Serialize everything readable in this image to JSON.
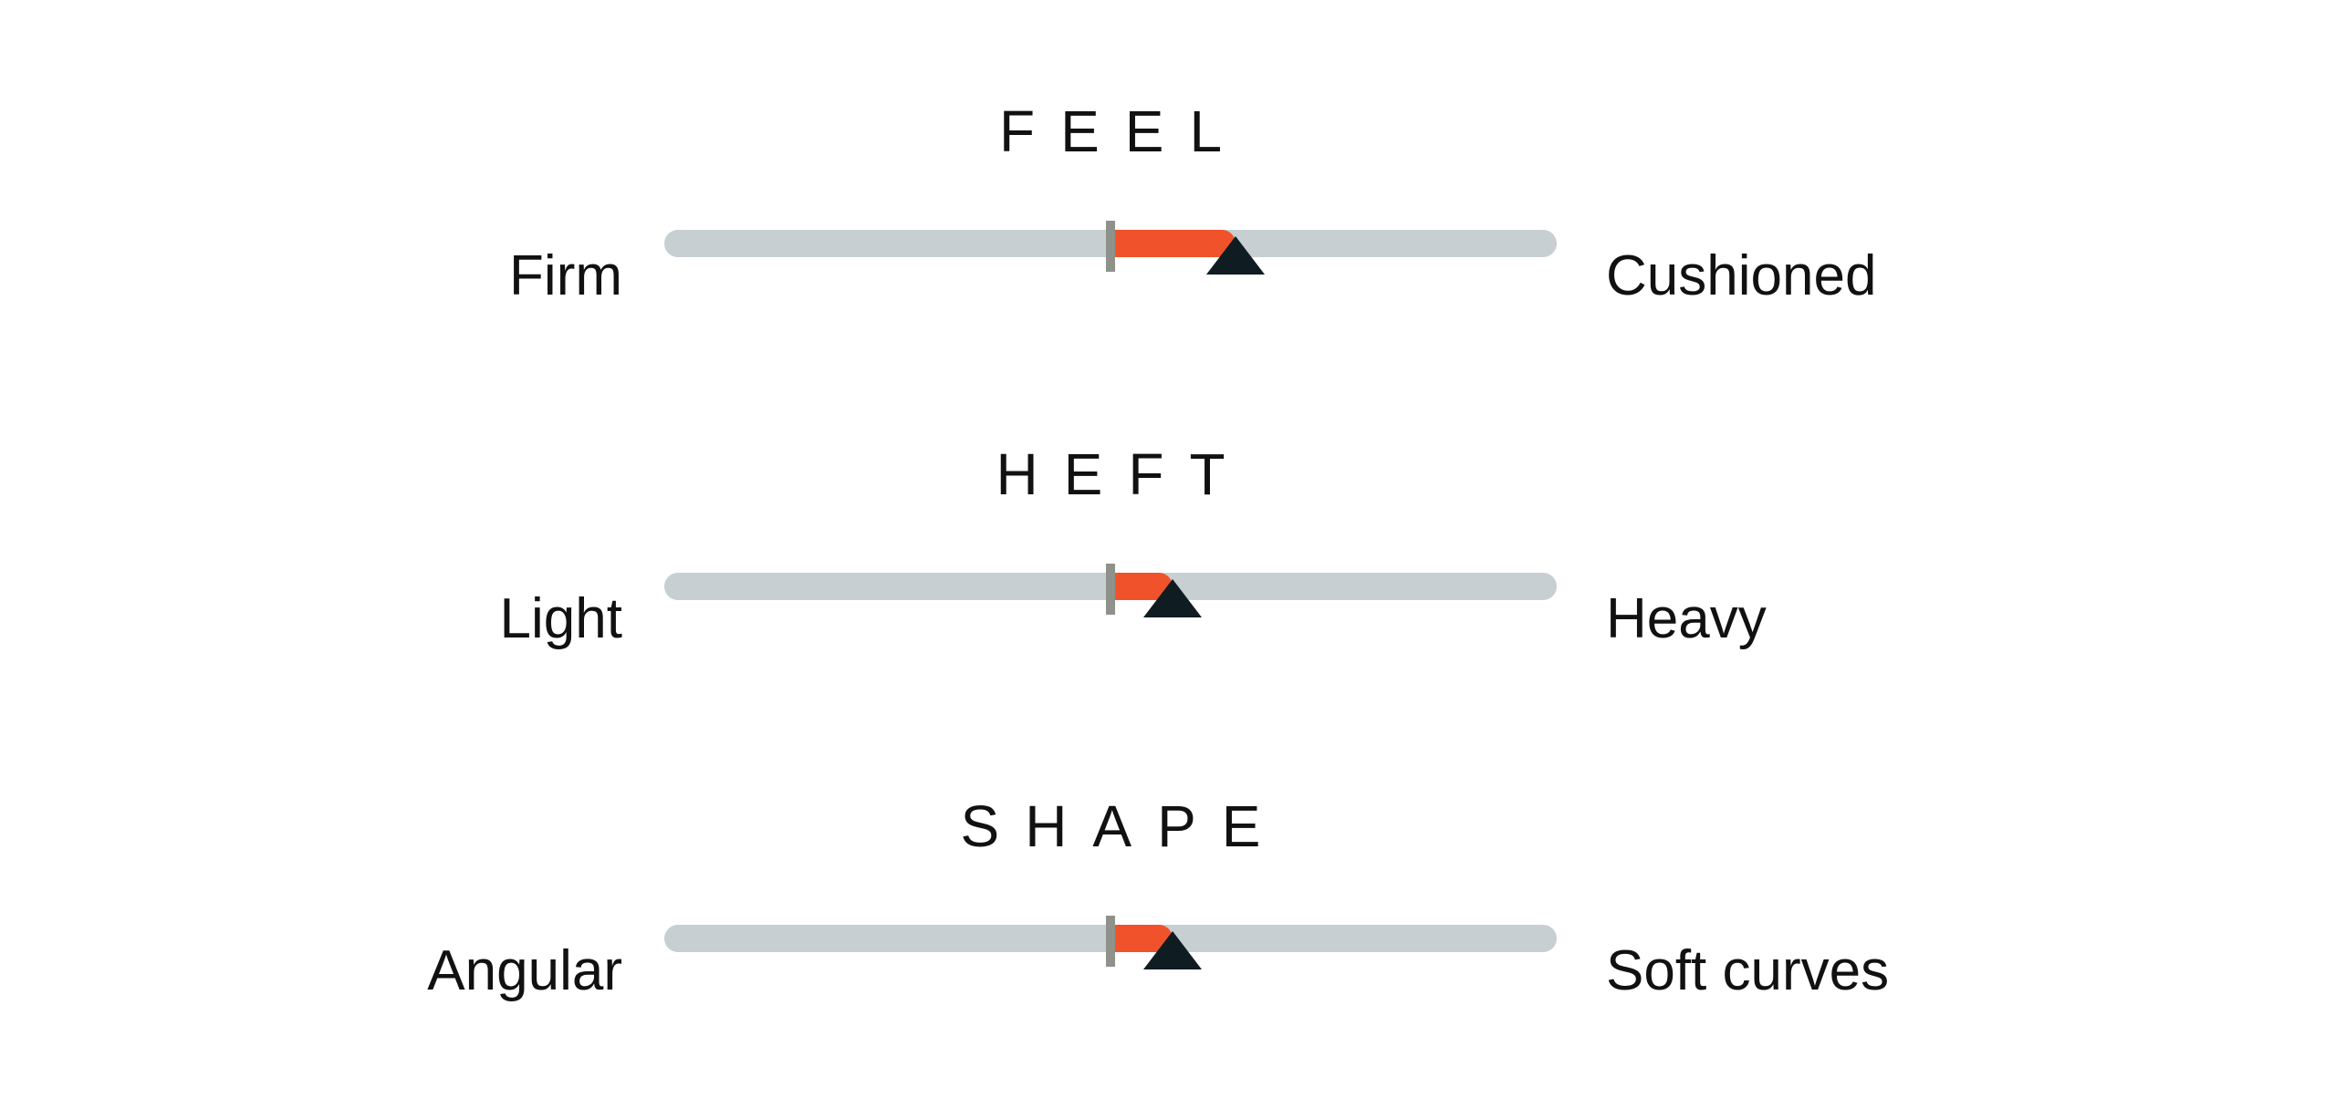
{
  "attributes": [
    {
      "title": "FEEL",
      "left_label": "Firm",
      "right_label": "Cushioned",
      "value": 0.64
    },
    {
      "title": "HEFT",
      "left_label": "Light",
      "right_label": "Heavy",
      "value": 0.57
    },
    {
      "title": "SHAPE",
      "left_label": "Angular",
      "right_label": "Soft curves",
      "value": 0.57
    }
  ],
  "colors": {
    "track": "#c7cfd3",
    "fill": "#f0532b",
    "center_mark": "#8f918b",
    "pointer": "#0f1d22",
    "text": "#111111"
  }
}
